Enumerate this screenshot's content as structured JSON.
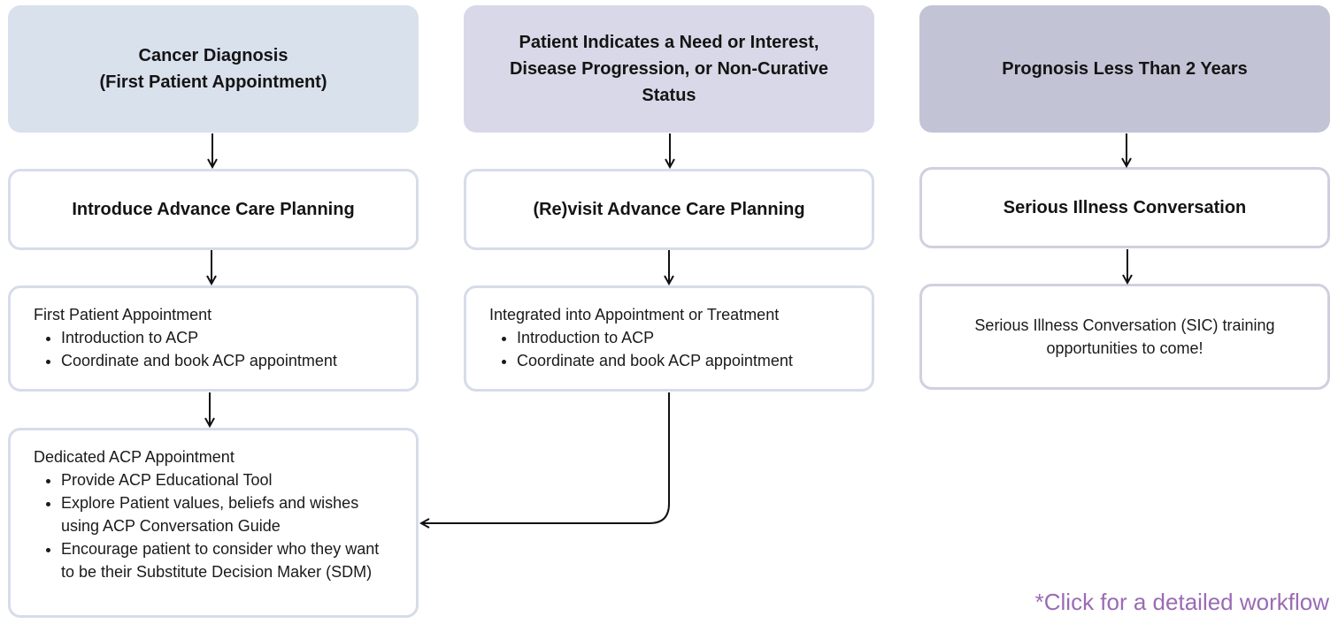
{
  "column1": {
    "header_lines": [
      "Cancer Diagnosis",
      "(First Patient Appointment)"
    ],
    "step_title": "Introduce Advance Care Planning",
    "detail1": {
      "heading": "First Patient Appointment",
      "items": [
        "Introduction to ACP",
        "Coordinate and book ACP appointment"
      ]
    },
    "detail2": {
      "heading": "Dedicated ACP Appointment",
      "items": [
        "Provide ACP Educational Tool",
        "Explore Patient values, beliefs and wishes using ACP Conversation Guide",
        "Encourage patient to consider who they want to be their Substitute Decision Maker (SDM)"
      ]
    }
  },
  "column2": {
    "header_lines": [
      "Patient Indicates a Need or Interest,",
      "Disease Progression, or Non-Curative",
      "Status"
    ],
    "step_title": "(Re)visit Advance Care Planning",
    "detail1": {
      "heading": "Integrated into Appointment or Treatment",
      "items": [
        "Introduction to ACP",
        "Coordinate and book ACP appointment"
      ]
    }
  },
  "column3": {
    "header_lines": [
      "Prognosis Less Than 2 Years"
    ],
    "step_title": "Serious Illness Conversation",
    "detail_lines": [
      "Serious Illness Conversation (SIC) training",
      "opportunities to come!"
    ]
  },
  "footer": {
    "link_text": "*Click for a detailed workflow"
  },
  "colors": {
    "header1": "#d9e1ed",
    "header2": "#d9d8e8",
    "header3": "#c2c3d5",
    "card_border": "#d7dcea",
    "link": "#9a6bb3"
  }
}
